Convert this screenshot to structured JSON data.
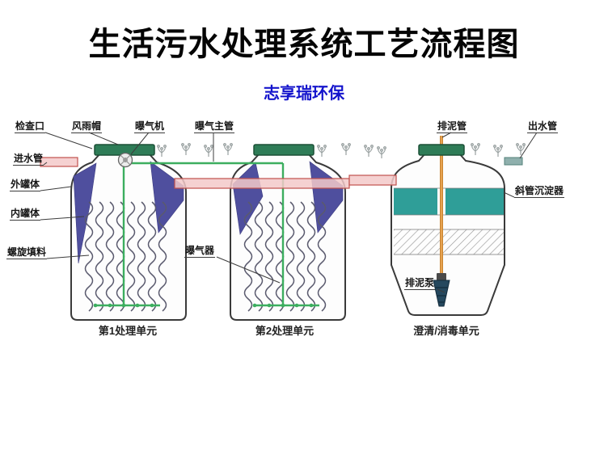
{
  "page": {
    "title": "生活污水处理系统工艺流程图",
    "subtitle": "志享瑞环保"
  },
  "diagram": {
    "labels": {
      "inspection_port": "检查口",
      "rain_cap": "风雨帽",
      "aerator_machine": "曝气机",
      "aeration_main_pipe": "曝气主管",
      "sludge_pipe": "排泥管",
      "outlet_pipe": "出水管",
      "inlet_pipe": "进水管",
      "outer_tank": "外罐体",
      "inner_tank": "内罐体",
      "spiral_packing": "螺旋填料",
      "aerator_diffuser": "曝气器",
      "inclined_tube_settler": "斜管沉淀器",
      "sludge_pump": "排泥泵"
    },
    "units": [
      {
        "label": "第1处理单元"
      },
      {
        "label": "第2处理单元"
      },
      {
        "label": "澄清/消毒单元"
      }
    ],
    "colors": {
      "subtitle_blue": "#1414cc",
      "cap_green": "#2e7c57",
      "pipe_green": "#3cae5f",
      "tank_purple": "#4f4f9e",
      "settler_teal": "#2f9e98",
      "pipe_pink": "#f3c9c9",
      "pipe_red_border": "#c0504d",
      "sludge_orange": "#c98430"
    }
  }
}
